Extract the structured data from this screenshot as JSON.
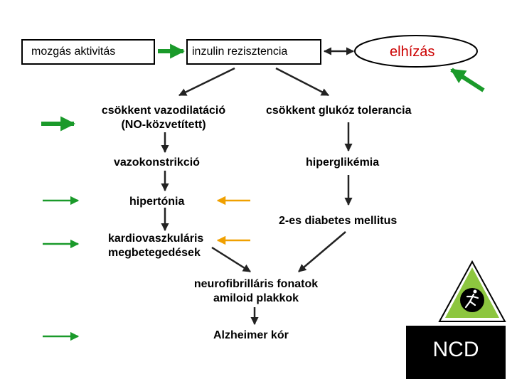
{
  "nodes": {
    "physical_activity": "mozgás aktivitás",
    "insulin_resistance": "inzulin rezisztencia",
    "obesity": "elhízás",
    "vasodilation_line1": "csökkent vazodilatáció",
    "vasodilation_line2": "(NO-közvetített)",
    "glucose_tolerance": "csökkent glukóz tolerancia",
    "vasoconstriction": "vazokonstrikció",
    "hyperglycemia": "hiperglikémia",
    "hypertonia": "hipertónia",
    "diabetes": "2-es diabetes mellitus",
    "cardiovascular_line1": "kardiovaszkuláris",
    "cardiovascular_line2": "megbetegedések",
    "neuro_line1": "neurofibrilláris fonatok",
    "neuro_line2": "amiloid plakkok",
    "alzheimer": "Alzheimer kór",
    "ncd": "NCD"
  },
  "colors": {
    "green_arrow": "#1a9a2a",
    "orange_arrow": "#f0a000",
    "black_arrow": "#222222",
    "obesity_text": "#cc0000",
    "logo_triangle": "#8dc63f",
    "ncd_background": "#000000",
    "ncd_text": "#ffffff"
  },
  "icons": {
    "logo": "runner-in-triangle-logo"
  }
}
